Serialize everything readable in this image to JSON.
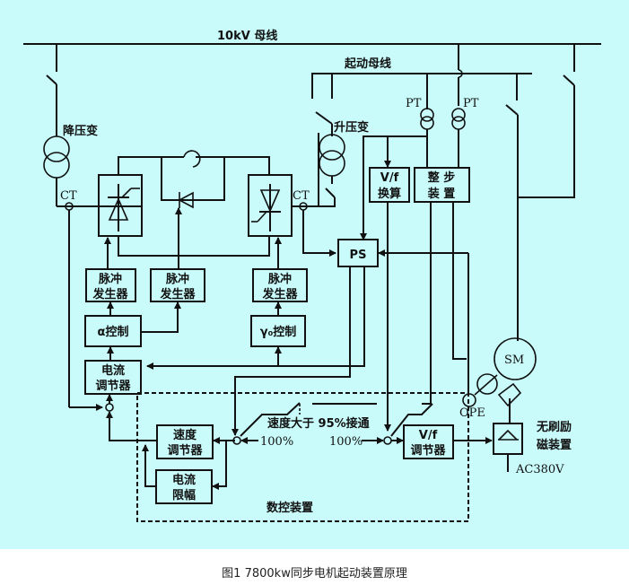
{
  "diagram": {
    "buses": {
      "main_bus": "10kV 母线",
      "start_bus": "起动母线"
    },
    "transformers": {
      "step_down": "降压变",
      "step_up": "升压变",
      "pt_left": "PT",
      "pt_right": "PT",
      "ct_left": "CT",
      "ct_right": "CT"
    },
    "blocks": {
      "pulse_gen_1": [
        "脉冲",
        "发生器"
      ],
      "pulse_gen_2": [
        "脉冲",
        "发生器"
      ],
      "pulse_gen_3": [
        "脉冲",
        "发生器"
      ],
      "alpha_ctrl": "α控制",
      "gamma_ctrl": "γ₀控制",
      "current_reg": [
        "电流",
        "调节器"
      ],
      "speed_reg": [
        "速度",
        "调节器"
      ],
      "current_limit": [
        "电流",
        "限幅"
      ],
      "vf_convert": [
        "V/f",
        "换算"
      ],
      "sync_device": [
        "整  步",
        "装  置"
      ],
      "ps": "PS",
      "vf_reg": [
        "V/f",
        "调节器"
      ]
    },
    "labels": {
      "speed_switch": "速度大于 95%接通",
      "ref_100_left": "100%",
      "ref_100_right": "100%",
      "nc_device": "数控装置",
      "motor": "SM",
      "ope": "OPE",
      "brushless_excite": [
        "无刷励",
        "磁装置"
      ],
      "ac_supply": "AC380V"
    },
    "caption": "图1 7800kw同步电机起动装置原理"
  }
}
